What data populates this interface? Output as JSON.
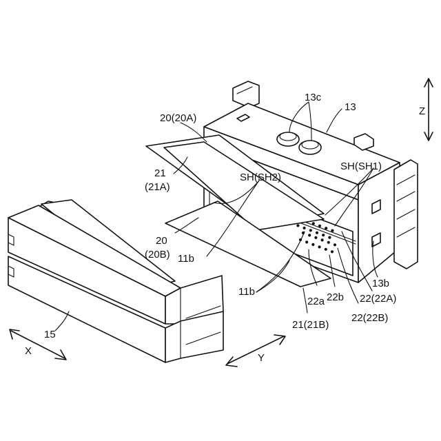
{
  "labels": {
    "l13c": "13c",
    "l13": "13",
    "lZ": "Z",
    "l20_20A": "20(20A)",
    "lSH_SH1": "SH(SH1)",
    "lSH_SH2": "SH(SH2)",
    "l21": "21",
    "l21A": "(21A)",
    "l20": "20",
    "l20B": "(20B)",
    "l11b_top": "11b",
    "l11b_bot": "11b",
    "l13b": "13b",
    "l22_22A": "22(22A)",
    "l22_22B": "22(22B)",
    "l22a": "22a",
    "l22b": "22b",
    "l21_21B": "21(21B)",
    "l15": "15",
    "lX": "X",
    "lY": "Y"
  }
}
